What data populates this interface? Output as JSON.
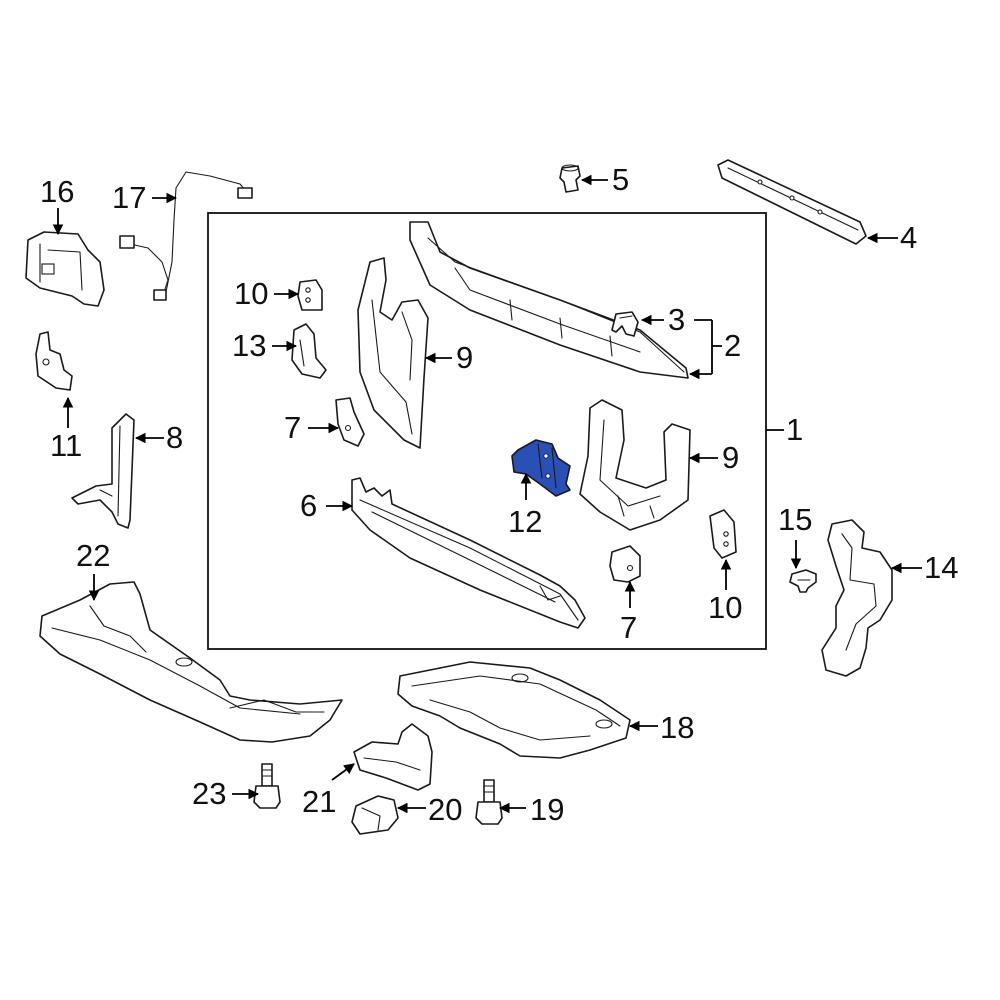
{
  "diagram": {
    "highlight_color": "#2a4fb5",
    "callouts": {
      "c1": "1",
      "c2": "2",
      "c3": "3",
      "c4": "4",
      "c5": "5",
      "c6": "6",
      "c7a": "7",
      "c7b": "7",
      "c8": "8",
      "c9a": "9",
      "c9b": "9",
      "c10a": "10",
      "c10b": "10",
      "c11": "11",
      "c12": "12",
      "c13": "13",
      "c14": "14",
      "c15": "15",
      "c16": "16",
      "c17": "17",
      "c18": "18",
      "c19": "19",
      "c20": "20",
      "c21": "21",
      "c22": "22",
      "c23": "23"
    }
  }
}
